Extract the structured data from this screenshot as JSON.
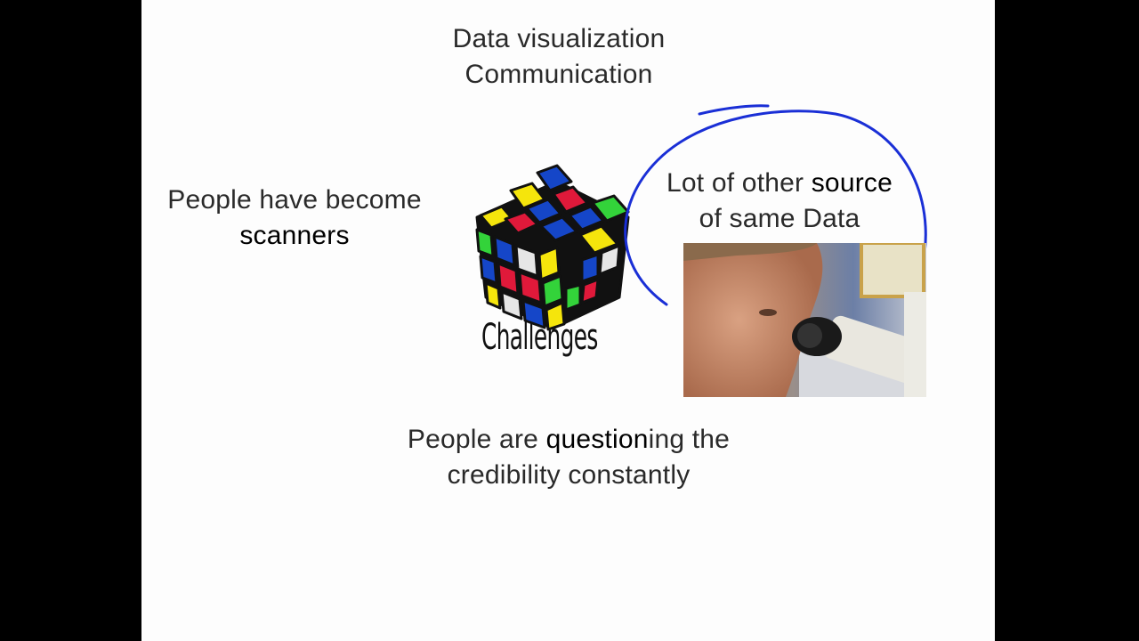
{
  "slide": {
    "title_lines": [
      "Data visualization",
      "Communication"
    ],
    "scanners": {
      "line1": "People have become",
      "emphasis": "scanners"
    },
    "sources": {
      "line1": "Lot of other ",
      "line1_emphasis": "source",
      "line2": "of same Data"
    },
    "credibility": {
      "prefix": "People are ",
      "emphasis": "question",
      "suffix": "ing the",
      "line2": "credibility constantly"
    },
    "center_label": "Challenges",
    "images": {
      "cube": "rubiks-cube-image",
      "photo": "scientist-microscope-photo"
    },
    "annotation_color": "#1a2fd6"
  }
}
